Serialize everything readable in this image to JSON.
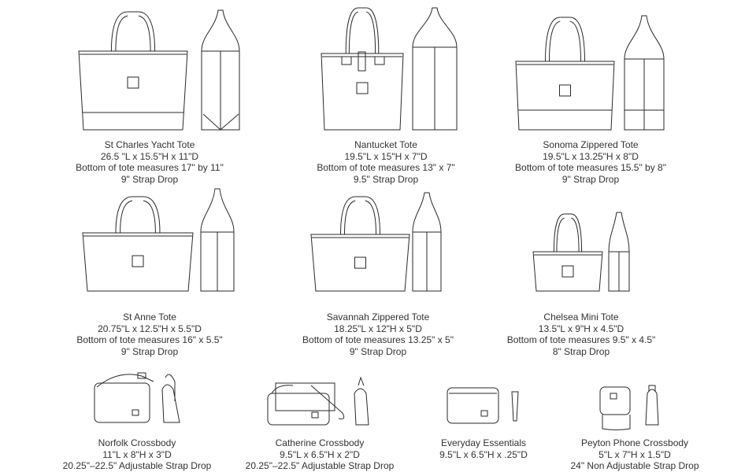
{
  "products": [
    {
      "name": "St Charles Yacht Tote",
      "dimensions": "26.5 \"L x 15.5\"H x 11\"D",
      "bottom": "Bottom of tote measures 17\" by 11\"",
      "strap": "9\" Strap Drop"
    },
    {
      "name": "Nantucket Tote",
      "dimensions": "19.5\"L x 15\"H x 7\"D",
      "bottom": "Bottom of tote measures 13\" x 7\"",
      "strap": "9.5\" Strap Drop"
    },
    {
      "name": "Sonoma Zippered Tote",
      "dimensions": "19.5\"L x 13.25\"H x 8\"D",
      "bottom": "Bottom of tote measures 15.5\" by 8\"",
      "strap": "9\" Strap Drop"
    },
    {
      "name": "St Anne Tote",
      "dimensions": "20.75\"L x 12.5\"H x 5.5\"D",
      "bottom": "Bottom of tote measures 16\" x 5.5\"",
      "strap": "9\" Strap Drop"
    },
    {
      "name": "Savannah Zippered Tote",
      "dimensions": "18.25\"L x 12\"H x 5\"D",
      "bottom": "Bottom of tote measures 13.25\" x 5\"",
      "strap": "9\" Strap Drop"
    },
    {
      "name": "Chelsea Mini Tote",
      "dimensions": "13.5\"L x 9\"H x 4.5\"D",
      "bottom": "Bottom of tote measures 9.5\" x 4.5\"",
      "strap": "8\" Strap Drop"
    },
    {
      "name": "Norfolk Crossbody",
      "dimensions": "11\"L x 8\"H x 3\"D",
      "strap": "20.25\"–22.5\" Adjustable Strap Drop"
    },
    {
      "name": "Catherine Crossbody",
      "dimensions": "9.5\"L x 6.5\"H x 2\"D",
      "strap": "20.25\"–22.5\" Adjustable Strap Drop"
    },
    {
      "name": "Everyday Essentials",
      "dimensions": "9.5\"L x 6.5\"H x .25\"D"
    },
    {
      "name": "Peyton Phone Crossbody",
      "dimensions": "5\"L x 7\"H x 1.5\"D",
      "strap": "24\" Non Adjustable Strap Drop"
    }
  ],
  "colors": {
    "line": "#2a2a2a",
    "text": "#333333"
  }
}
